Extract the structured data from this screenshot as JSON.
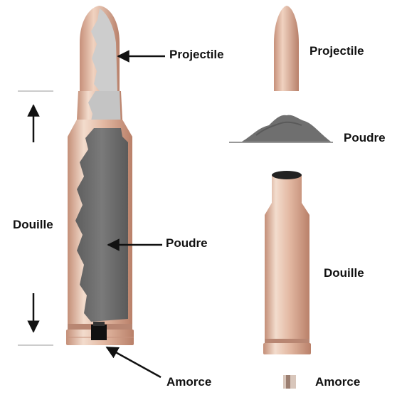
{
  "labels": {
    "left_projectile": "Projectile",
    "left_poudre": "Poudre",
    "left_douille": "Douille",
    "left_amorce": "Amorce",
    "right_projectile": "Projectile",
    "right_poudre": "Poudre",
    "right_douille": "Douille",
    "right_amorce": "Amorce"
  },
  "colors": {
    "brass": "#e3b9a3",
    "brass_light": "#f3dccd",
    "brass_dark": "#c48f78",
    "powder": "#6e6e6e",
    "projectile_core": "#c9c9c9",
    "primer": "#111111",
    "arrow": "#111111"
  }
}
